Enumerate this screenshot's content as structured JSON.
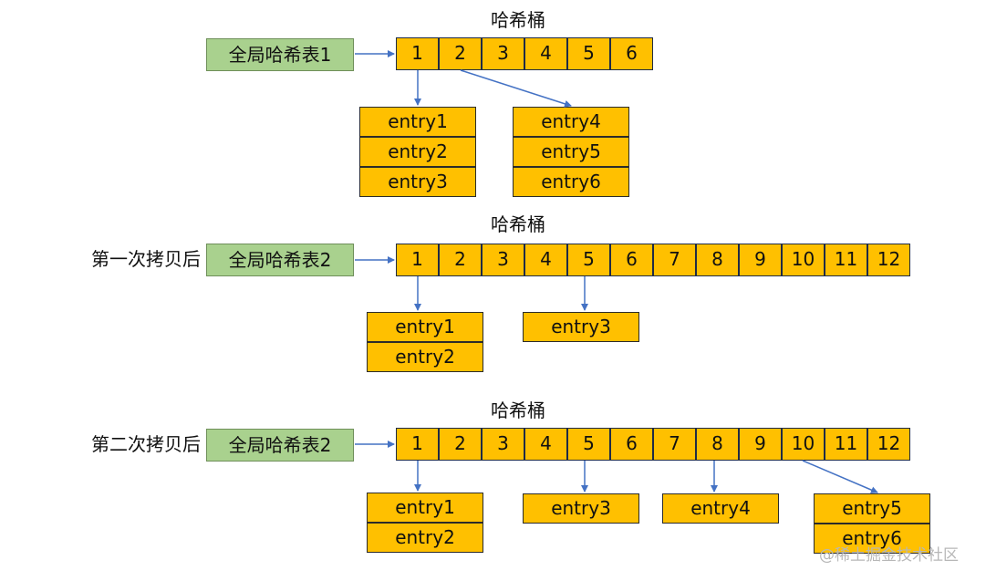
{
  "sections": [
    {
      "title": "哈希桶",
      "row_label": "",
      "table": "全局哈希表1",
      "buckets": [
        "1",
        "2",
        "3",
        "4",
        "5",
        "6"
      ],
      "groups": [
        {
          "entries": [
            "entry1",
            "entry2",
            "entry3"
          ]
        },
        {
          "entries": [
            "entry4",
            "entry5",
            "entry6"
          ]
        }
      ]
    },
    {
      "title": "哈希桶",
      "row_label": "第一次拷贝后",
      "table": "全局哈希表2",
      "buckets": [
        "1",
        "2",
        "3",
        "4",
        "5",
        "6",
        "7",
        "8",
        "9",
        "10",
        "11",
        "12"
      ],
      "groups": [
        {
          "entries": [
            "entry1",
            "entry2"
          ]
        },
        {
          "entries": [
            "entry3"
          ]
        }
      ]
    },
    {
      "title": "哈希桶",
      "row_label": "第二次拷贝后",
      "table": "全局哈希表2",
      "buckets": [
        "1",
        "2",
        "3",
        "4",
        "5",
        "6",
        "7",
        "8",
        "9",
        "10",
        "11",
        "12"
      ],
      "groups": [
        {
          "entries": [
            "entry1",
            "entry2"
          ]
        },
        {
          "entries": [
            "entry3"
          ]
        },
        {
          "entries": [
            "entry4"
          ]
        },
        {
          "entries": [
            "entry5",
            "entry6"
          ]
        }
      ]
    }
  ],
  "watermark": "@稀土掘金技术社区",
  "colors": {
    "table_fill": "#a9d18e",
    "bucket_fill": "#ffc000",
    "arrow": "#4472c4"
  }
}
